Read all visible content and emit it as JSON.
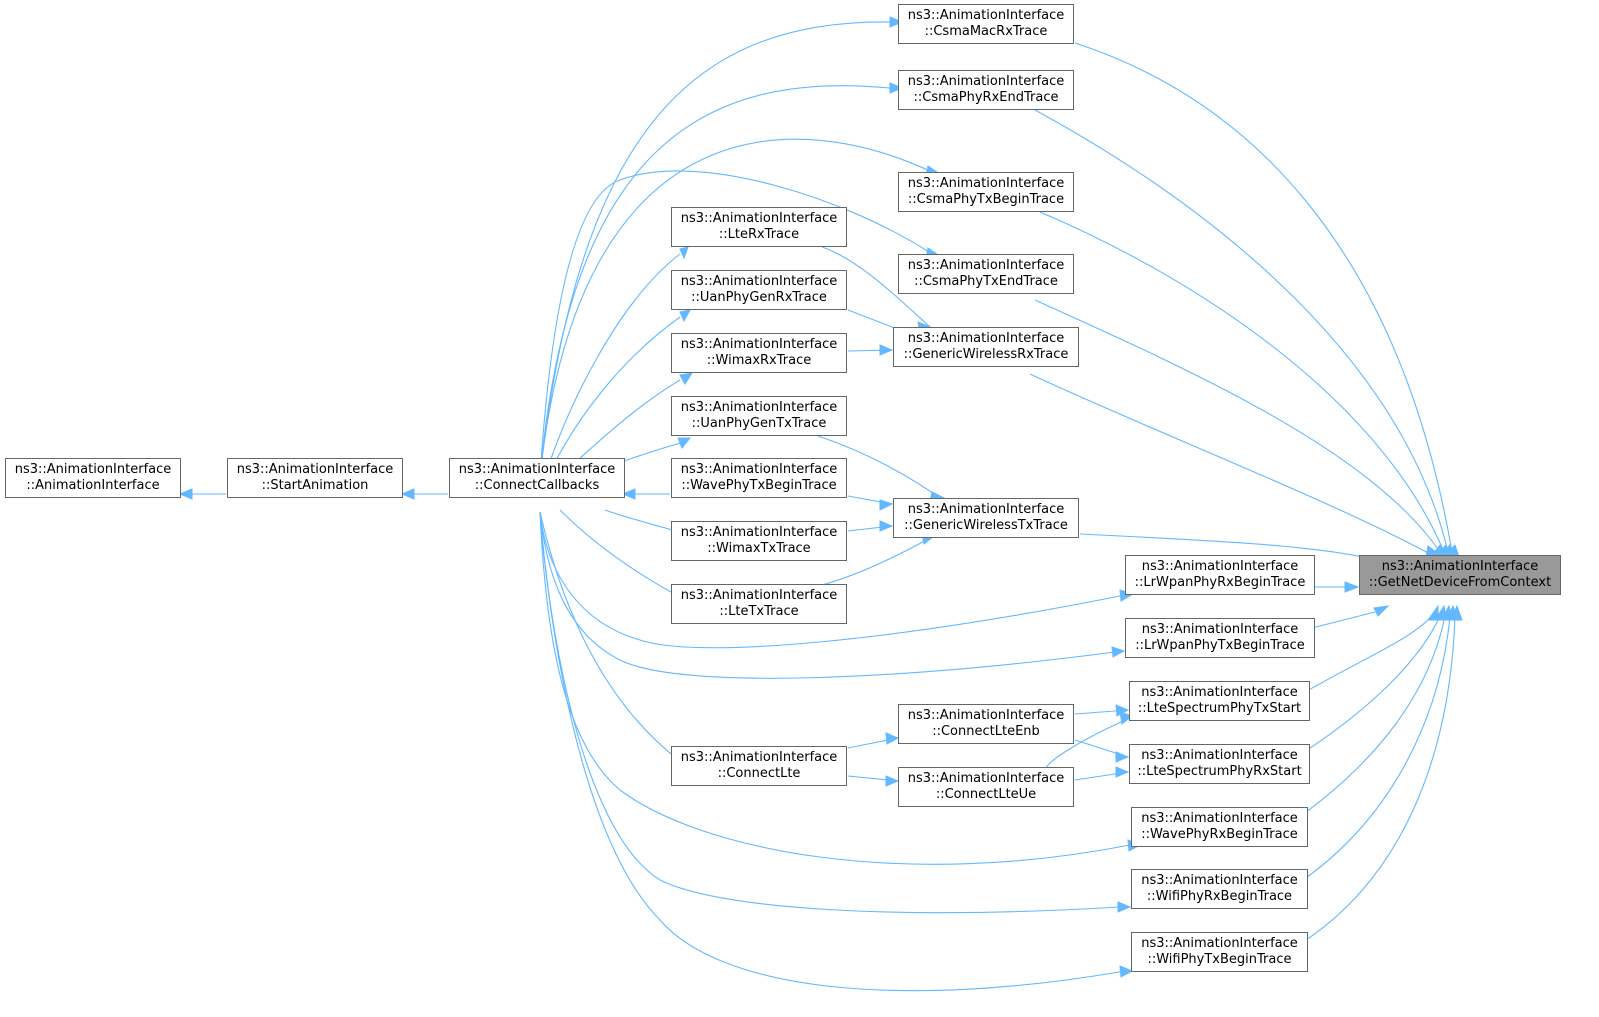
{
  "graph": {
    "target": {
      "line1": "ns3::AnimationInterface",
      "line2": "::GetNetDeviceFromContext"
    },
    "nodes": {
      "animation_interface": {
        "line1": "ns3::AnimationInterface",
        "line2": "::AnimationInterface"
      },
      "start_animation": {
        "line1": "ns3::AnimationInterface",
        "line2": "::StartAnimation"
      },
      "connect_callbacks": {
        "line1": "ns3::AnimationInterface",
        "line2": "::ConnectCallbacks"
      },
      "lte_rx_trace": {
        "line1": "ns3::AnimationInterface",
        "line2": "::LteRxTrace"
      },
      "uan_phy_gen_rx_trace": {
        "line1": "ns3::AnimationInterface",
        "line2": "::UanPhyGenRxTrace"
      },
      "wimax_rx_trace": {
        "line1": "ns3::AnimationInterface",
        "line2": "::WimaxRxTrace"
      },
      "uan_phy_gen_tx_trace": {
        "line1": "ns3::AnimationInterface",
        "line2": "::UanPhyGenTxTrace"
      },
      "wave_phy_tx_begin": {
        "line1": "ns3::AnimationInterface",
        "line2": "::WavePhyTxBeginTrace"
      },
      "wimax_tx_trace": {
        "line1": "ns3::AnimationInterface",
        "line2": "::WimaxTxTrace"
      },
      "lte_tx_trace": {
        "line1": "ns3::AnimationInterface",
        "line2": "::LteTxTrace"
      },
      "connect_lte": {
        "line1": "ns3::AnimationInterface",
        "line2": "::ConnectLte"
      },
      "csma_mac_rx": {
        "line1": "ns3::AnimationInterface",
        "line2": "::CsmaMacRxTrace"
      },
      "csma_phy_rx_end": {
        "line1": "ns3::AnimationInterface",
        "line2": "::CsmaPhyRxEndTrace"
      },
      "csma_phy_tx_begin": {
        "line1": "ns3::AnimationInterface",
        "line2": "::CsmaPhyTxBeginTrace"
      },
      "csma_phy_tx_end": {
        "line1": "ns3::AnimationInterface",
        "line2": "::CsmaPhyTxEndTrace"
      },
      "generic_wireless_rx": {
        "line1": "ns3::AnimationInterface",
        "line2": "::GenericWirelessRxTrace"
      },
      "generic_wireless_tx": {
        "line1": "ns3::AnimationInterface",
        "line2": "::GenericWirelessTxTrace"
      },
      "connect_lte_enb": {
        "line1": "ns3::AnimationInterface",
        "line2": "::ConnectLteEnb"
      },
      "connect_lte_ue": {
        "line1": "ns3::AnimationInterface",
        "line2": "::ConnectLteUe"
      },
      "lrwpan_phy_rx_begin": {
        "line1": "ns3::AnimationInterface",
        "line2": "::LrWpanPhyRxBeginTrace"
      },
      "lrwpan_phy_tx_begin": {
        "line1": "ns3::AnimationInterface",
        "line2": "::LrWpanPhyTxBeginTrace"
      },
      "lte_spectrum_tx_start": {
        "line1": "ns3::AnimationInterface",
        "line2": "::LteSpectrumPhyTxStart"
      },
      "lte_spectrum_rx_start": {
        "line1": "ns3::AnimationInterface",
        "line2": "::LteSpectrumPhyRxStart"
      },
      "wave_phy_rx_begin": {
        "line1": "ns3::AnimationInterface",
        "line2": "::WavePhyRxBeginTrace"
      },
      "wifi_phy_rx_begin": {
        "line1": "ns3::AnimationInterface",
        "line2": "::WifiPhyRxBeginTrace"
      },
      "wifi_phy_tx_begin": {
        "line1": "ns3::AnimationInterface",
        "line2": "::WifiPhyTxBeginTrace"
      }
    },
    "colors": {
      "edge": "#63b8ff",
      "node_border": "#666666",
      "highlight_fill": "#999999"
    }
  }
}
